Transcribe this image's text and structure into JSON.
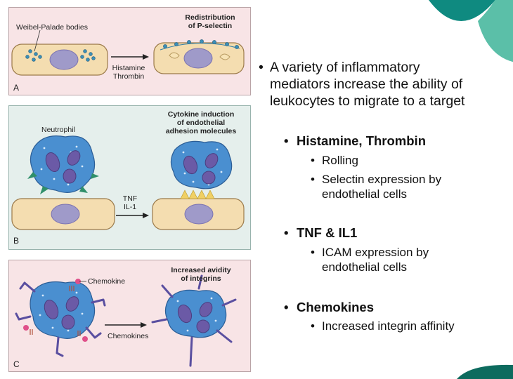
{
  "panels": {
    "a": {
      "letter": "A",
      "label_left": "Weibel-Palade bodies",
      "title": "Redistribution of P-selectin",
      "title_line1": "Redistribution",
      "title_line2": "of P-selectin",
      "arrow_label_line1": "Histamine",
      "arrow_label_line2": "Thrombin"
    },
    "b": {
      "letter": "B",
      "label_left": "Neutrophil",
      "title_line1": "Cytokine induction",
      "title_line2": "of endothelial",
      "title_line3": "adhesion molecules",
      "arrow_label_line1": "TNF",
      "arrow_label_line2": "IL-1"
    },
    "c": {
      "letter": "C",
      "label_left": "Chemokine",
      "title_line1": "Increased avidity",
      "title_line2": "of integrins",
      "arrow_label": "Chemokines"
    }
  },
  "bullets": {
    "main_line1": "A variety of inflammatory",
    "main_line2": "mediators increase the ability of",
    "main_line3": "leukocytes to migrate to a target",
    "g1_title": "Histamine, Thrombin",
    "g1_item1": "Rolling",
    "g1_item2_line1": "Selectin expression by",
    "g1_item2_line2": "endothelial cells",
    "g2_title": "TNF & IL1",
    "g2_item1_line1": "ICAM expression by",
    "g2_item1_line2": "endothelial cells",
    "g3_title": "Chemokines",
    "g3_item1": "Increased integrin affinity"
  },
  "colors": {
    "teal_dark": "#0f8a80",
    "teal_light": "#5bbfa8",
    "panel_pink": "#f8e4e6",
    "panel_mint": "#e5efec",
    "cell_blue": "#4a8fd0",
    "nucleus_purple": "#6b5aa6",
    "endothelium_tan": "#f4ddb0"
  }
}
